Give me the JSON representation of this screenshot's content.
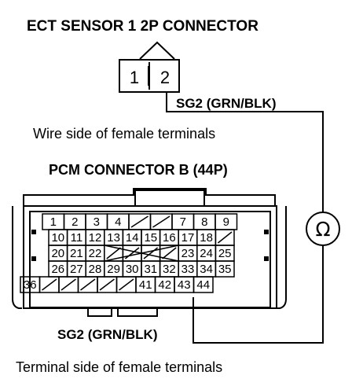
{
  "labels": {
    "ect_connector": "ECT SENSOR 1 2P CONNECTOR",
    "sg2_top": "SG2 (GRN/BLK)",
    "wire_side": "Wire side of female terminals",
    "pcm_connector": "PCM CONNECTOR B (44P)",
    "sg2_bottom": "SG2 (GRN/BLK)",
    "terminal_side": "Terminal side of female terminals",
    "ohm_symbol": "Ω"
  },
  "ect_pins": [
    "1",
    "2"
  ],
  "pcm_rows": [
    [
      "1",
      "2",
      "3",
      "4",
      "",
      "",
      "7",
      "8",
      "9"
    ],
    [
      "10",
      "11",
      "12",
      "13",
      "14",
      "15",
      "16",
      "17",
      "18",
      ""
    ],
    [
      "20",
      "21",
      "22",
      "",
      "",
      "",
      "",
      "23",
      "24",
      "25"
    ],
    [
      "26",
      "27",
      "28",
      "29",
      "30",
      "31",
      "32",
      "33",
      "34",
      "35"
    ],
    [
      "36",
      "",
      "",
      "",
      "",
      "",
      "41",
      "42",
      "43",
      "44"
    ]
  ]
}
